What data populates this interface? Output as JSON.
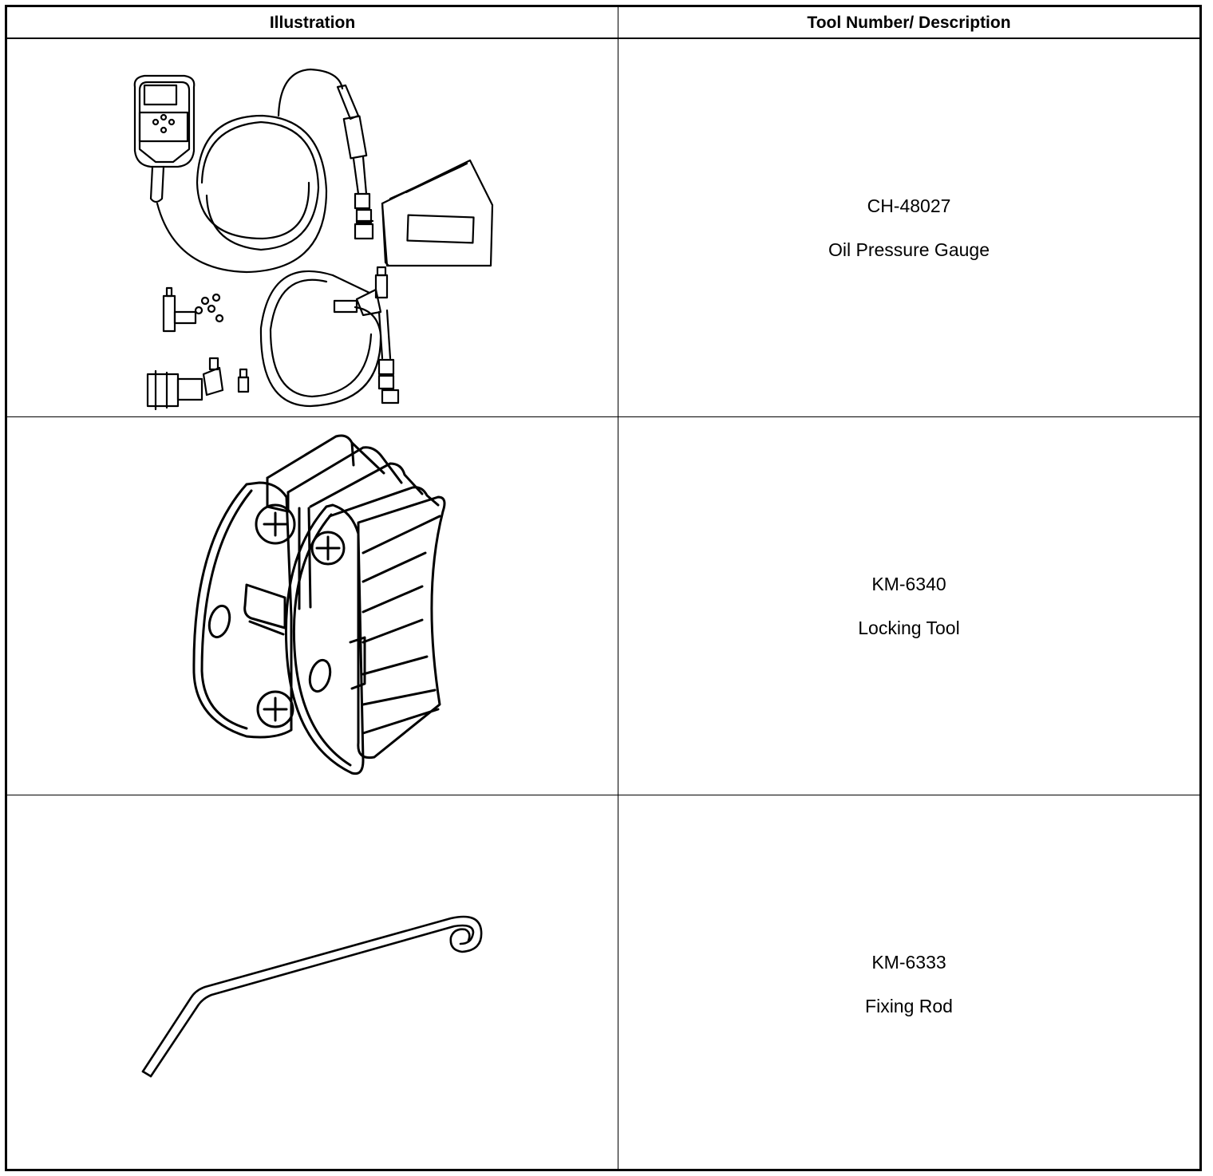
{
  "table": {
    "headers": {
      "illustration": "Illustration",
      "tool": "Tool Number/ Description"
    },
    "rows": [
      {
        "tool_number": "CH-48027",
        "description": "Oil Pressure Gauge"
      },
      {
        "tool_number": "KM-6340",
        "description": "Locking Tool"
      },
      {
        "tool_number": "KM-6333",
        "description": "Fixing Rod"
      }
    ]
  }
}
